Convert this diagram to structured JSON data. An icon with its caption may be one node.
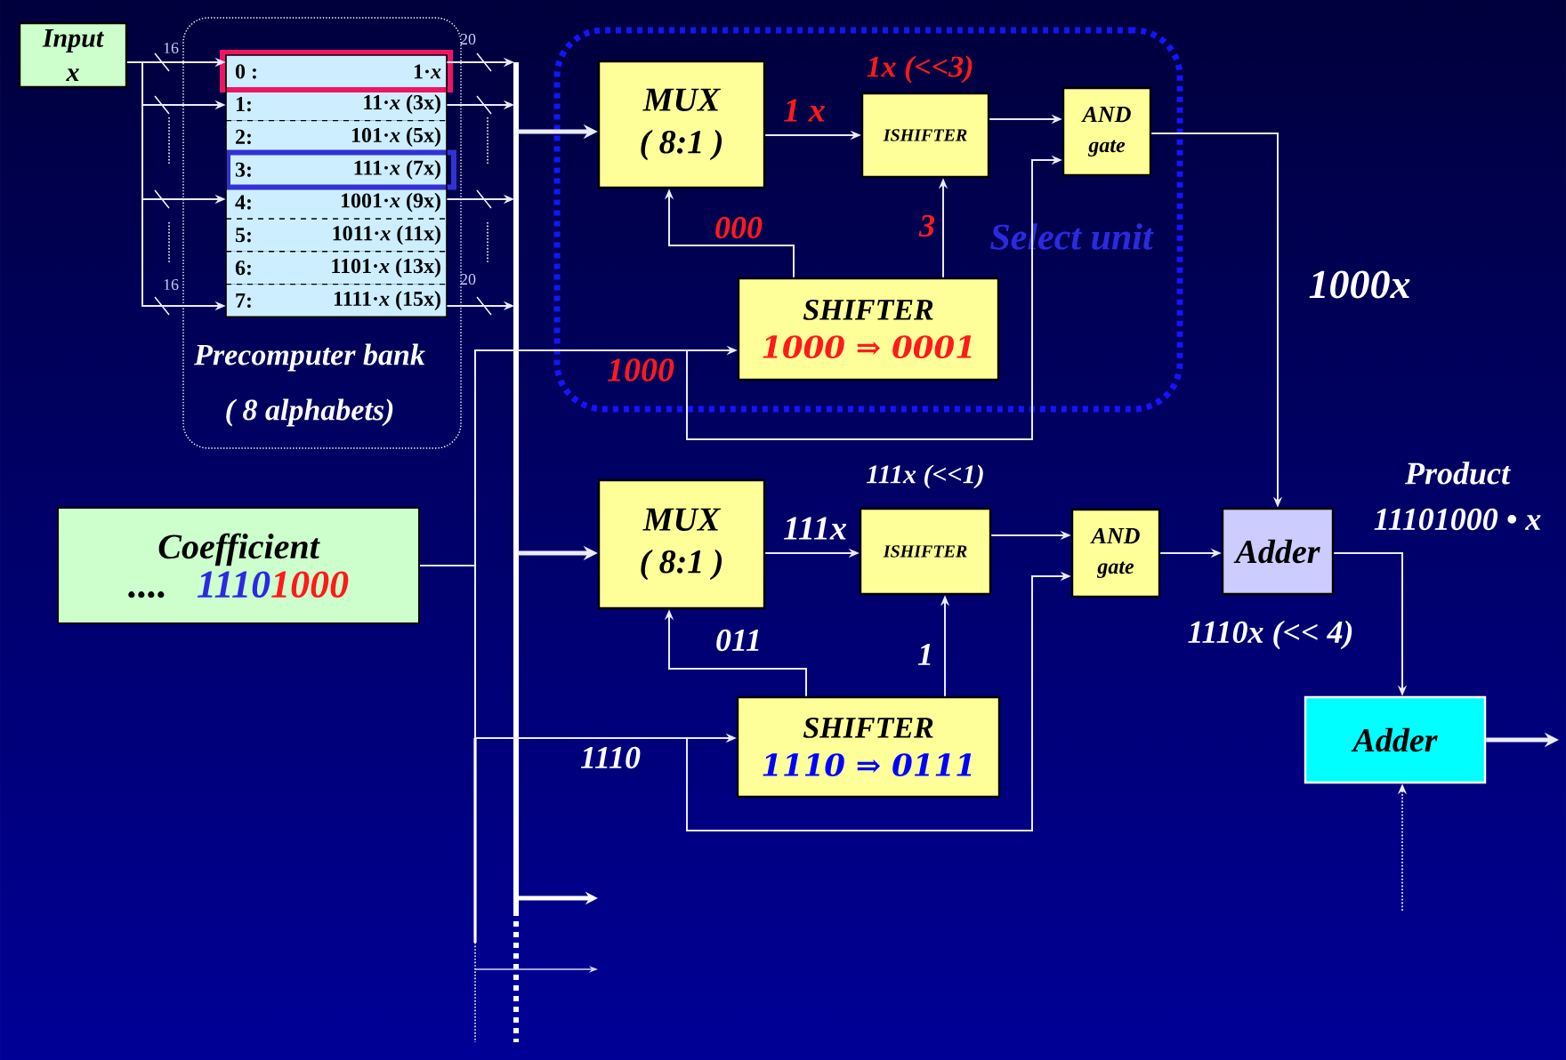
{
  "diagram": {
    "nodes": [
      {
        "text": [
          "Input",
          "x"
        ]
      },
      {
        "text": [
          "Precomputer bank",
          "( 8 alphabets)"
        ]
      },
      {
        "text": [
          "0 :",
          "1·*x*"
        ],
        "in": 1
      },
      {
        "text": [
          "1:",
          "11·*x* (3x)"
        ],
        "in": 1
      },
      {
        "text": [
          "2:",
          "101·*x* (5x)"
        ],
        "in": 1
      },
      {
        "text": [
          "3:",
          "111·*x* (7x)"
        ],
        "in": 1
      },
      {
        "text": [
          "4:",
          "1001·*x* (9x)"
        ],
        "in": 1
      },
      {
        "text": [
          "5:",
          "1011·*x* (11x)"
        ],
        "in": 1
      },
      {
        "text": [
          "6:",
          "1101·*x* (13x)"
        ],
        "in": 1
      },
      {
        "text": [
          "7:",
          "1111·*x* (15x)"
        ],
        "in": 1
      },
      {
        "text": [
          "Select unit"
        ]
      },
      {
        "text": [
          "MUX",
          "( 8:1 )"
        ],
        "in": 10
      },
      {
        "text": [
          "ISHIFTER"
        ],
        "in": 10,
        "beside": [
          "1x (<<3)"
        ]
      },
      {
        "text": [
          "AND",
          "gate"
        ],
        "in": 10
      },
      {
        "text": [
          "SHIFTER",
          "1000 ⇒ 0001"
        ],
        "in": 10
      },
      {
        "text": [
          "Coefficient",
          "....",
          "1110",
          "1000"
        ]
      },
      {
        "text": [
          "MUX",
          "( 8:1 )"
        ]
      },
      {
        "text": [
          "ISHIFTER"
        ],
        "beside": [
          "111x (<<1)"
        ]
      },
      {
        "text": [
          "AND",
          "gate"
        ]
      },
      {
        "text": [
          "Adder"
        ]
      },
      {
        "text": [
          "SHIFTER",
          "1110 ⇒ 0111"
        ]
      },
      {
        "text": [
          "Adder"
        ]
      }
    ],
    "edges": [
      {
        "from": 0,
        "to": 2,
        "arrow": "to"
      },
      {
        "from": 0,
        "to": 3,
        "arrow": "to"
      },
      {
        "from": 0,
        "to": 6,
        "arrow": "to"
      },
      {
        "from": 0,
        "to": 9,
        "arrow": "to"
      },
      {
        "from": 2,
        "to": null,
        "arrow": "to"
      },
      {
        "from": 3,
        "to": null,
        "arrow": "to"
      },
      {
        "from": 6,
        "to": null,
        "arrow": "to"
      },
      {
        "from": 9,
        "to": null,
        "arrow": "to"
      },
      {
        "from": null,
        "to": 11,
        "arrow": "to",
        "style": "thick"
      },
      {
        "from": 11,
        "to": 12,
        "arrow": "to",
        "label": "1 x"
      },
      {
        "from": 12,
        "to": 13,
        "arrow": "to"
      },
      {
        "from": 14,
        "to": 11,
        "arrow": "to",
        "label": "000"
      },
      {
        "from": 14,
        "to": 12,
        "arrow": "to",
        "label": "3"
      },
      {
        "from": 15,
        "to": 14,
        "arrow": "to",
        "label": "1000"
      },
      {
        "from": 15,
        "to": 13,
        "arrow": "to"
      },
      {
        "from": 13,
        "to": 19,
        "arrow": "to",
        "label": "1000x"
      },
      {
        "from": null,
        "to": 16,
        "arrow": "to",
        "style": "thick"
      },
      {
        "from": 16,
        "to": 17,
        "arrow": "to",
        "label": "111x"
      },
      {
        "from": 17,
        "to": 18,
        "arrow": "to"
      },
      {
        "from": 20,
        "to": 16,
        "arrow": "to",
        "label": "011"
      },
      {
        "from": 20,
        "to": 17,
        "arrow": "to",
        "label": "1"
      },
      {
        "from": 15,
        "to": 20,
        "arrow": "to",
        "label": "1110"
      },
      {
        "from": 15,
        "to": 18,
        "arrow": "to"
      },
      {
        "from": 18,
        "to": 19,
        "arrow": "to"
      },
      {
        "from": 19,
        "to": 21,
        "arrow": "to",
        "label": "1110x (<< 4)"
      },
      {
        "from": 21,
        "to": null,
        "arrow": "to",
        "style": "thick"
      },
      {
        "from": null,
        "to": 21,
        "arrow": "to",
        "style": "dashed"
      }
    ],
    "labels": [
      "16",
      "20",
      "16",
      "20",
      "Product",
      "11101000 • x"
    ]
  }
}
